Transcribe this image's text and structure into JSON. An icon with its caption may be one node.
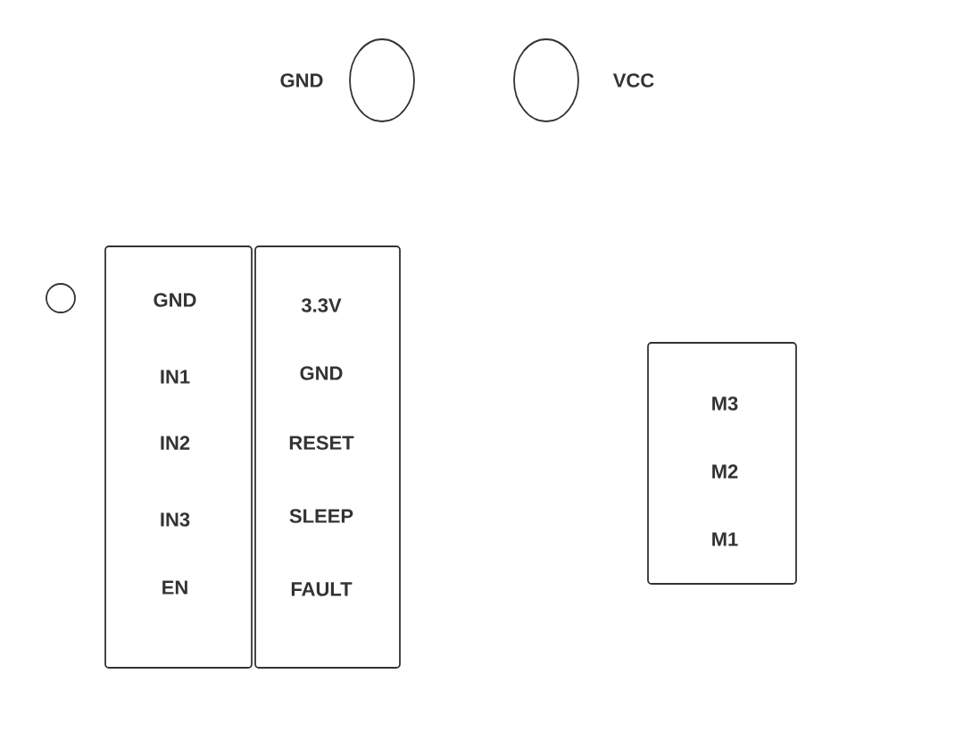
{
  "diagram": {
    "nodes": [
      {
        "text": [],
        "shape": "ellipse",
        "beside": [
          "GND"
        ]
      },
      {
        "text": [],
        "shape": "ellipse",
        "beside": [
          "VCC"
        ]
      },
      {
        "text": [],
        "shape": "circle"
      },
      {
        "text": [
          "GND",
          "IN1",
          "IN2",
          "IN3",
          "EN"
        ]
      },
      {
        "text": [
          "3.3V",
          "GND",
          "RESET",
          "SLEEP",
          "FAULT"
        ]
      },
      {
        "text": [
          "M3",
          "M2",
          "M1"
        ]
      }
    ]
  }
}
